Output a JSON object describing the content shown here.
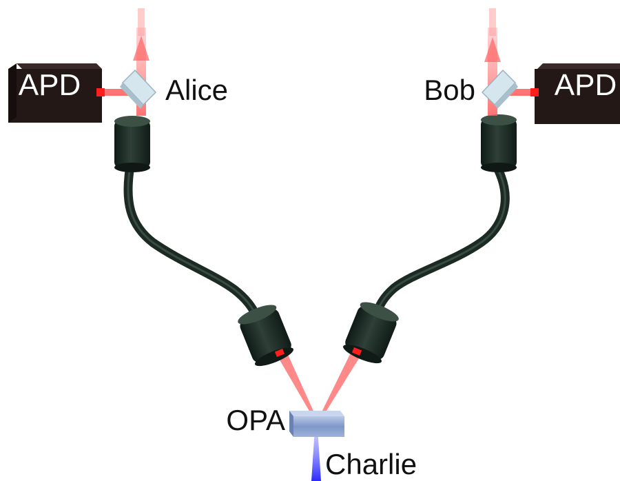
{
  "labels": {
    "alice": "Alice",
    "bob": "Bob",
    "opa": "OPA",
    "charlie": "Charlie",
    "apd_left": "APD",
    "apd_right": "APD"
  },
  "colors": {
    "red_beam": "#ff5a5a",
    "red_spot": "#ff1e1e",
    "blue_beam": "#3a3aff",
    "apd_box": "#231816",
    "fiber": "#2a3a32",
    "collimator": "#1f2f29",
    "crystal": "#8ea6d4",
    "mirror": "#c9dde6"
  },
  "icons": [
    "apd-detector",
    "beam-splitter-mirror",
    "fiber-collimator",
    "optical-fiber",
    "opa-crystal"
  ]
}
